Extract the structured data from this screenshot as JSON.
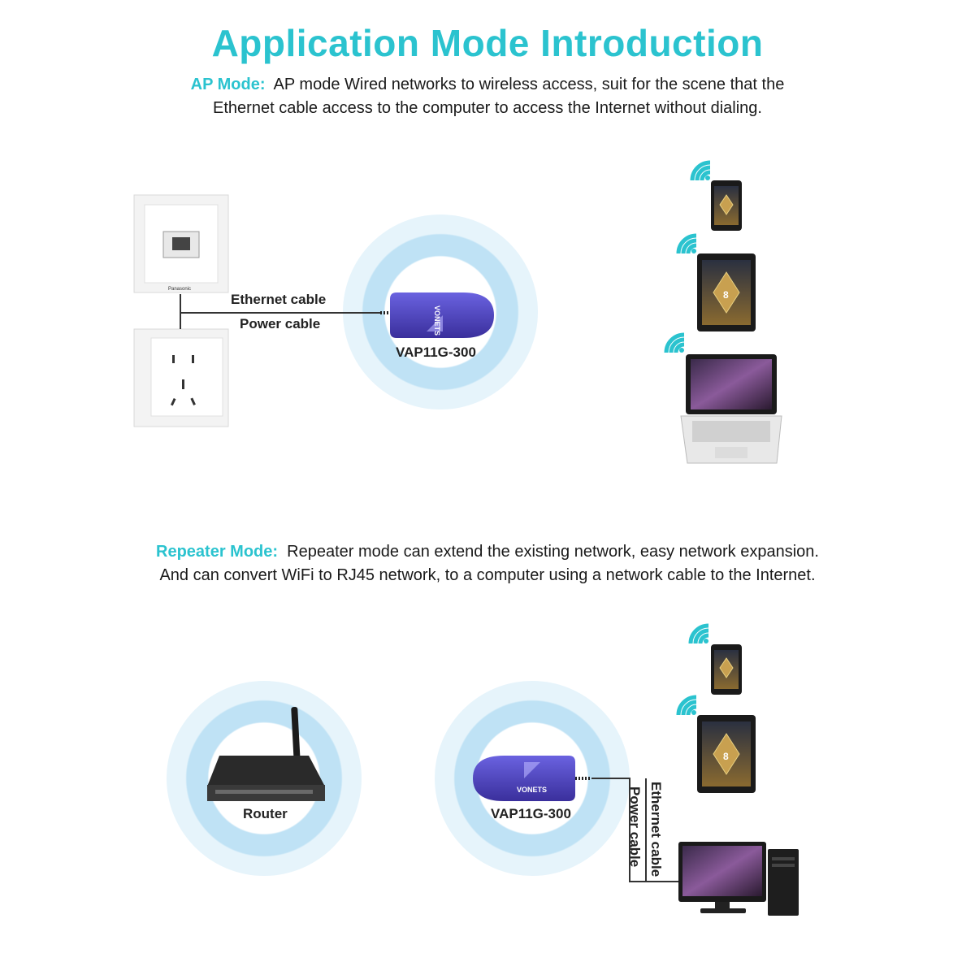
{
  "title": "Application Mode Introduction",
  "ap_mode": {
    "label": "AP Mode:",
    "line1": "AP mode Wired networks to wireless access, suit for the scene that the",
    "line2": "Ethernet cable access to the computer to access the Internet without dialing.",
    "ethernet_label": "Ethernet cable",
    "power_label": "Power cable",
    "device_label": "VAP11G-300",
    "brand_text": "Panasonic",
    "device_logo": "VONETS"
  },
  "repeater_mode": {
    "label": "Repeater Mode:",
    "line1": "Repeater mode can extend the existing network, easy network expansion.",
    "line2": "And can convert WiFi to RJ45 network, to a computer using a network cable to the Internet.",
    "router_label": "Router",
    "device_label": "VAP11G-300",
    "ethernet_label": "Ethernet cable",
    "power_label": "Power cable",
    "device_logo": "VONETS"
  },
  "colors": {
    "accent": "#2bc3cf",
    "device": "#4a3fb8",
    "glow": "#d4ecf8"
  },
  "icons": [
    "wifi-icon",
    "phone-icon",
    "tablet-icon",
    "laptop-icon",
    "router-icon",
    "desktop-icon",
    "wall-socket-icon",
    "ethernet-wall-plate-icon"
  ]
}
